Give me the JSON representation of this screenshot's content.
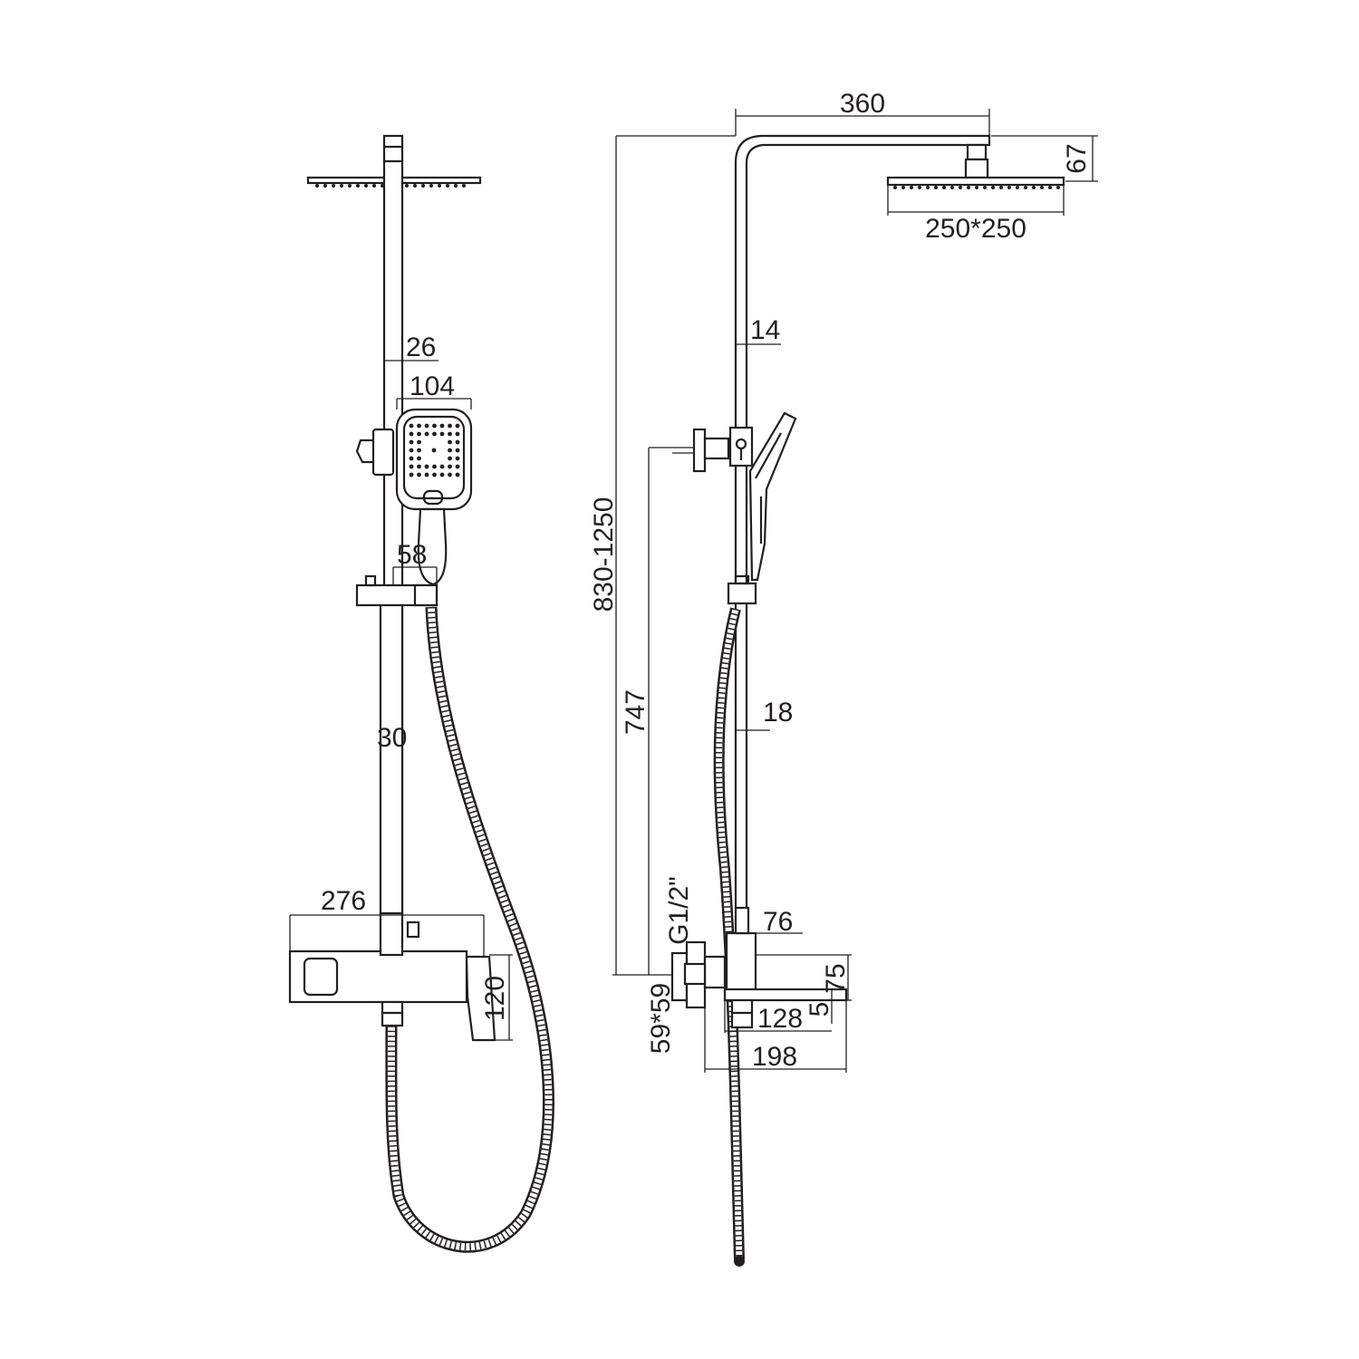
{
  "colors": {
    "line": "#231f20",
    "background": "#ffffff"
  },
  "front_view": {
    "dim_riser_top": "26",
    "dim_hand_shower_width": "104",
    "dim_holder_width": "58",
    "dim_riser_lower": "30",
    "dim_mixer_width": "276",
    "dim_mixer_height": "120"
  },
  "side_view": {
    "dim_arm_reach": "360",
    "dim_head_drop": "67",
    "dim_head_size": "250*250",
    "dim_upper_tube": "14",
    "dim_total_height": "830-1250",
    "dim_bracket_height": "747",
    "dim_lower_tube": "18",
    "dim_inlet_thread": "G1/2\"",
    "dim_escutcheon": "59*59",
    "dim_mixer_depth": "76",
    "dim_mixer_body_height": "75",
    "dim_spout_thickness": "5",
    "dim_spout_projection": "128",
    "dim_overall_depth": "198"
  }
}
